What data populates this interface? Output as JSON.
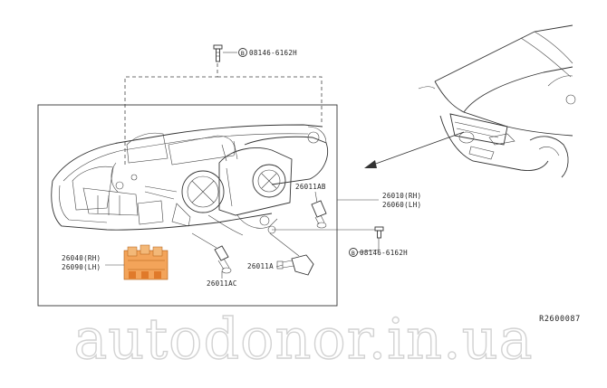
{
  "labels": {
    "bolt_top": "08146-6162H",
    "bolt_right": "08146-6162H",
    "bolt_marker": "B",
    "part_26011AB": "26011AB",
    "part_26010": "26010(RH)",
    "part_26060": "26060(LH)",
    "part_26040": "26040(RH)",
    "part_26090": "26090(LH)",
    "part_26011AC": "26011AC",
    "part_26011A": "26011A",
    "ref_code": "R2600087"
  },
  "watermark": "autodonor.in.ua",
  "colors": {
    "line": "#333333",
    "highlight": "#f0a050",
    "watermark_stroke": "#d2d2d2"
  }
}
